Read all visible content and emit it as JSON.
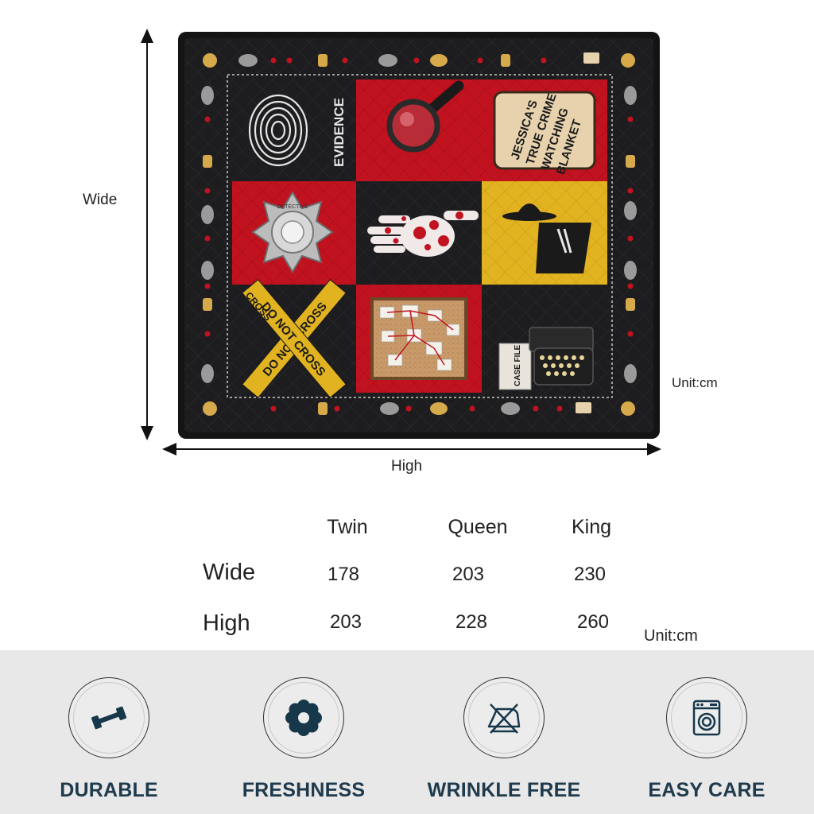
{
  "diagram": {
    "vertical_label": "Wide",
    "horizontal_label": "High",
    "unit_label": "Unit:cm"
  },
  "quilt": {
    "evidence_text": "EVIDENCE",
    "blanket_text": [
      "JESSICA'S",
      "TRUE CRIME",
      "WATCHING",
      "BLANKET"
    ],
    "tape_text_1": "DO NOT CROSS",
    "tape_text_2": "DO NOT CROSS",
    "tape_text_3": "CROSS",
    "case_file_text": "CASE FILE",
    "badge_text": "DETECTIVE",
    "colors": {
      "red": "#c1121f",
      "black": "#1d1d1f",
      "yellow": "#e2b320",
      "tan": "#e7d2ad"
    }
  },
  "size_table": {
    "columns": [
      "Twin",
      "Queen",
      "King"
    ],
    "rows": [
      {
        "label": "Wide",
        "values": [
          "178",
          "203",
          "230"
        ]
      },
      {
        "label": "High",
        "values": [
          "203",
          "228",
          "260"
        ]
      }
    ],
    "unit_label": "Unit:cm"
  },
  "features": [
    {
      "icon": "dumbbell-icon",
      "label": "DURABLE"
    },
    {
      "icon": "flower-icon",
      "label": "FRESHNESS"
    },
    {
      "icon": "no-iron-icon",
      "label": "WRINKLE FREE"
    },
    {
      "icon": "washing-machine-icon",
      "label": "EASY CARE"
    }
  ]
}
